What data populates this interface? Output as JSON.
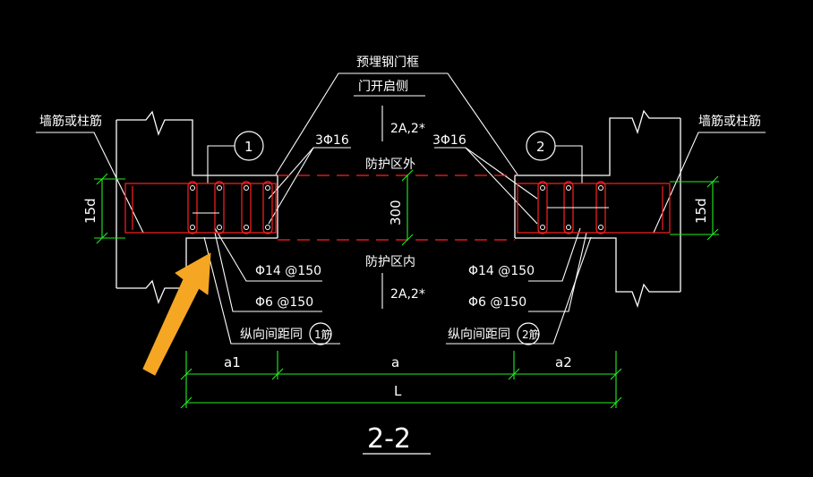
{
  "labels": {
    "embed_frame": "预埋钢门框",
    "door_side": "门开启侧",
    "wall_rebar_left": "墙筋或柱筋",
    "wall_rebar_right": "墙筋或柱筋",
    "callout_1": "1",
    "callout_2": "2",
    "rebar_3phi16_left": "3Φ16",
    "rebar_3phi16_right": "3Φ16",
    "ref_2a2_top": "2A,2*",
    "ref_2a2_bottom": "2A,2*",
    "outside_zone": "防护区外",
    "inside_zone": "防护区内",
    "dim_300": "300",
    "dim_15d_left": "15d",
    "dim_15d_right": "15d",
    "phi14_left": "Φ14 @150",
    "phi14_right": "Φ14 @150",
    "phi6_left": "Φ6 @150",
    "phi6_right": "Φ6 @150",
    "spacing_left": "纵向间距同",
    "spacing_left_ref": "1筋",
    "spacing_right": "纵向间距同",
    "spacing_right_ref": "2筋",
    "dim_a1": "a1",
    "dim_a": "a",
    "dim_a2": "a2",
    "dim_L": "L",
    "section_title": "2-2"
  },
  "colors": {
    "background": "#000000",
    "line_white": "#ffffff",
    "rebar_red": "#ff2020",
    "dim_green": "#22ee22",
    "arrow_orange": "#f5a623"
  }
}
